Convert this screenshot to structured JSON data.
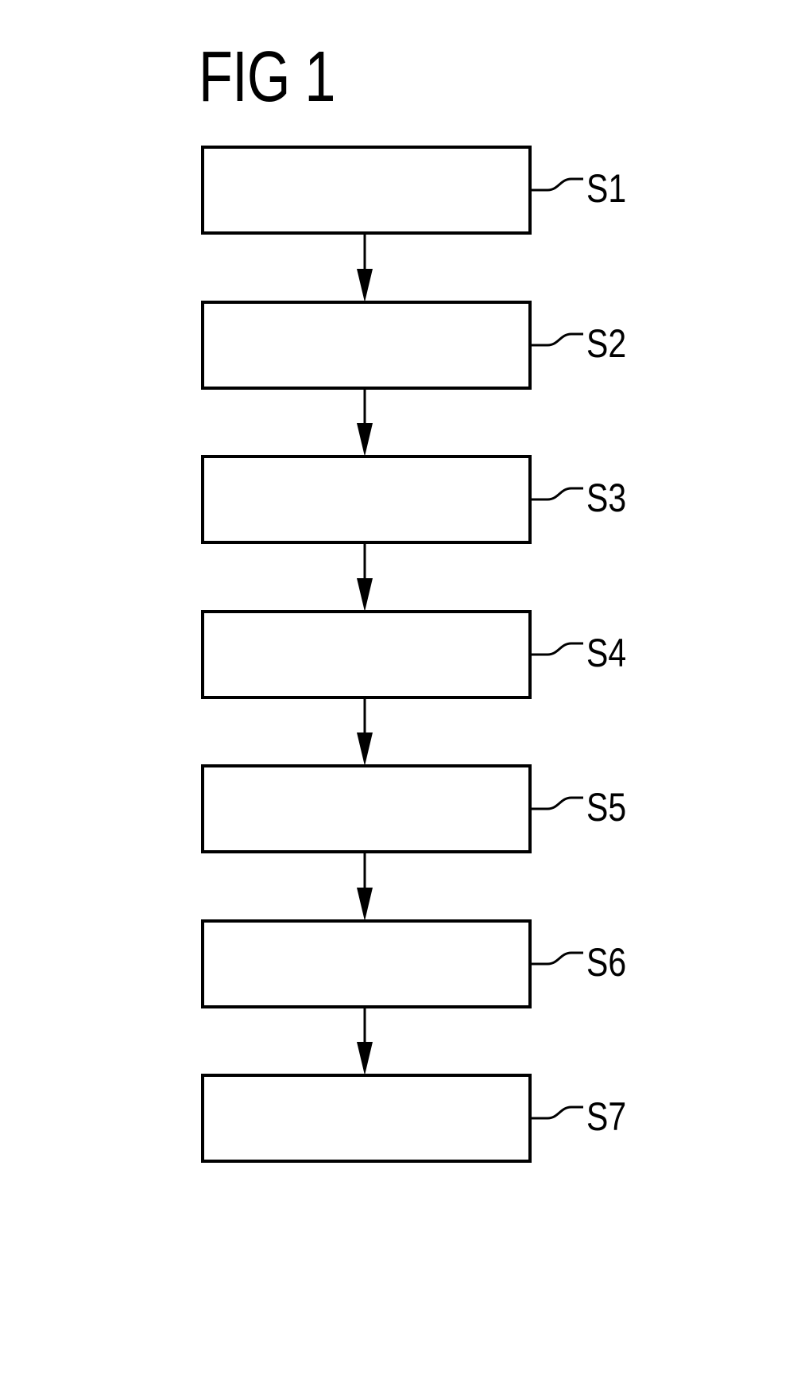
{
  "figure": {
    "title": "FIG 1"
  },
  "flowchart": {
    "colors": {
      "stroke": "#000000",
      "box_fill": "#ffffff"
    },
    "steps": [
      {
        "label": "S1"
      },
      {
        "label": "S2"
      },
      {
        "label": "S3"
      },
      {
        "label": "S4"
      },
      {
        "label": "S5"
      },
      {
        "label": "S6"
      },
      {
        "label": "S7"
      }
    ]
  }
}
